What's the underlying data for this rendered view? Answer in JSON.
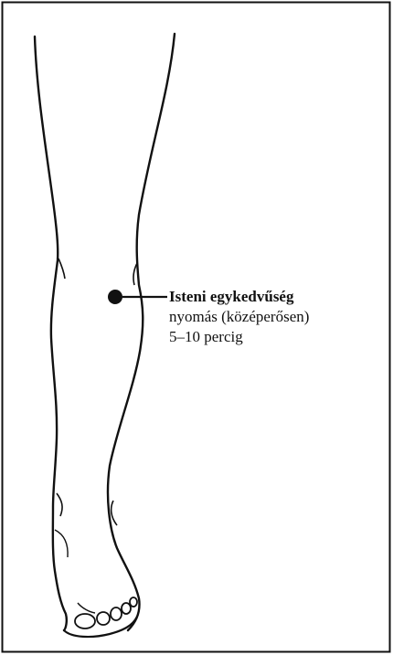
{
  "point": {
    "name": "Isteni egykedvűség",
    "instruction": "nyomás (középerősen)",
    "duration": "5–10 percig"
  },
  "colors": {
    "ink": "#111111",
    "background": "#ffffff"
  }
}
